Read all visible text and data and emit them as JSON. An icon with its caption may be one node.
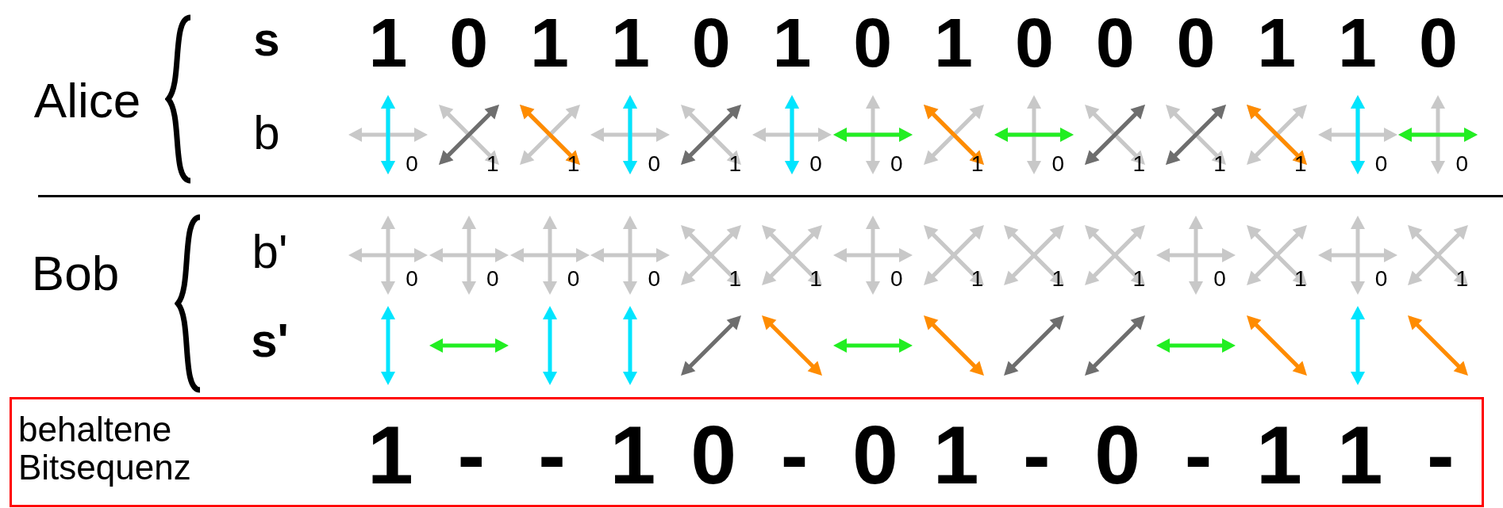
{
  "diagram": {
    "nodes": [
      {
        "text": [
          "behaltene Bitsequenz",
          "1",
          "-",
          "-",
          "1",
          "0",
          "-",
          "0",
          "1",
          "-",
          "0",
          "-",
          "1",
          "1",
          "-"
        ]
      }
    ],
    "edges": [],
    "labels": [
      "Alice",
      "s",
      "1",
      "0",
      "1",
      "1",
      "0",
      "1",
      "0",
      "1",
      "0",
      "0",
      "0",
      "1",
      "1",
      "0",
      "b",
      "0",
      "1",
      "1",
      "0",
      "1",
      "0",
      "0",
      "1",
      "0",
      "1",
      "1",
      "1",
      "0",
      "0",
      "Bob",
      "b'",
      "0",
      "0",
      "0",
      "0",
      "1",
      "1",
      "0",
      "1",
      "1",
      "1",
      "0",
      "1",
      "0",
      "1",
      "s'"
    ]
  }
}
